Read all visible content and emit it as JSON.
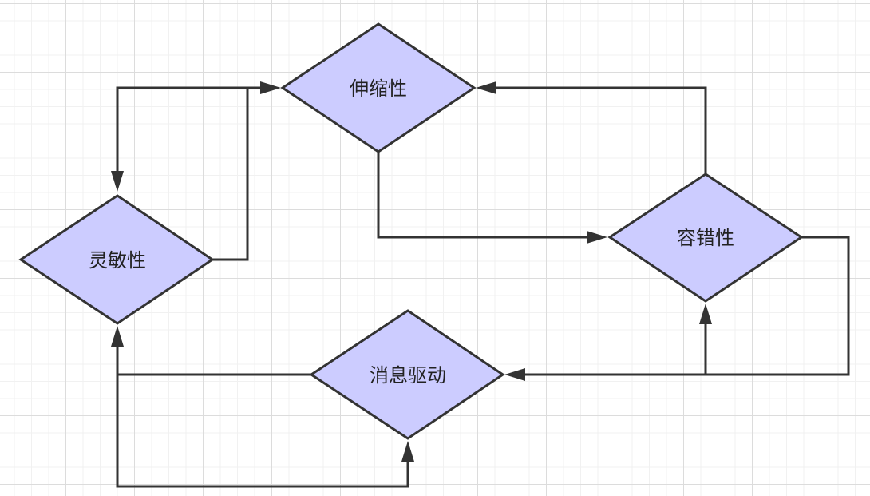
{
  "nodes": {
    "scalability": "伸缩性",
    "responsive": "灵敏性",
    "resilient": "容错性",
    "message_driven": "消息驱动"
  },
  "colors": {
    "node_fill": "#ccccff",
    "node_stroke": "#333333",
    "edge": "#333333",
    "grid": "#dcdcdc",
    "background": "#ffffff"
  }
}
